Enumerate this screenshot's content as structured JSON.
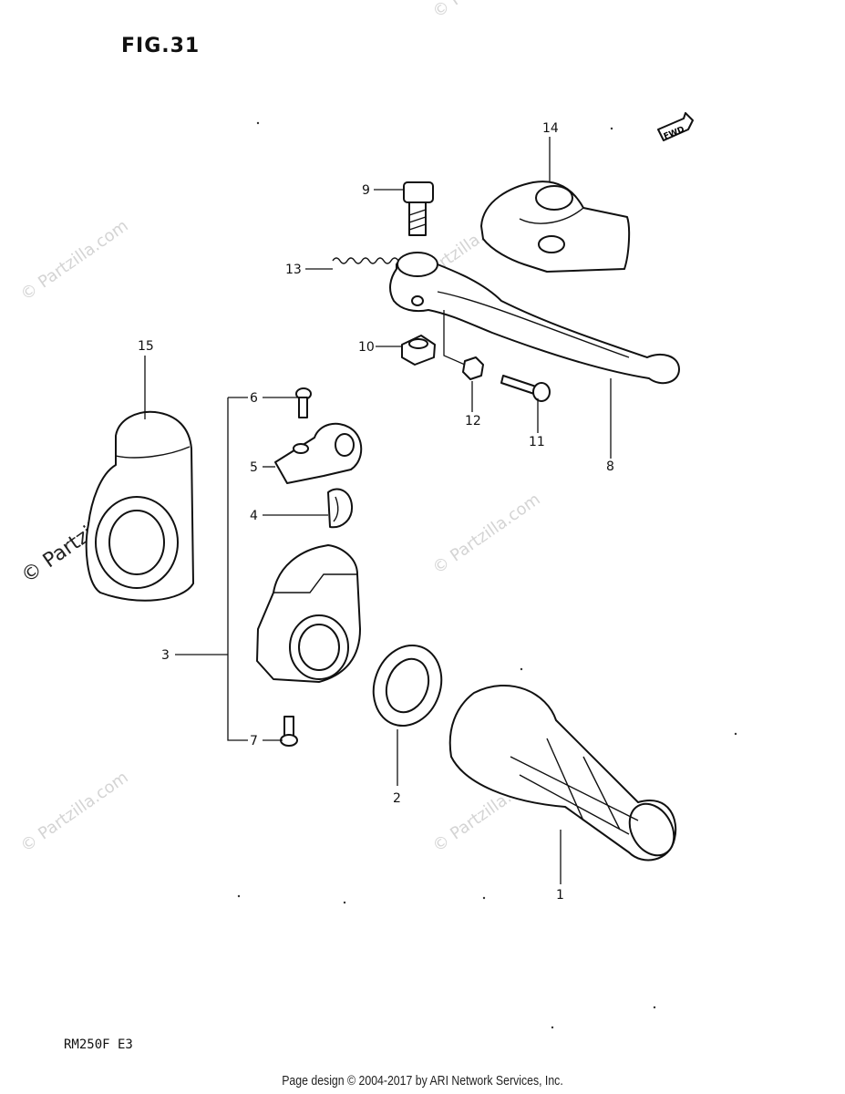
{
  "figure": {
    "title": "FIG.31",
    "model": "RM250F  E3",
    "footer": "Page design © 2004-2017 by ARI Network Services, Inc.",
    "direction_badge": "FWD"
  },
  "watermarks": {
    "light": "© Partzilla.com",
    "dark": "© Partzilla.com"
  },
  "callouts": {
    "p1": "1",
    "p2": "2",
    "p3": "3",
    "p4": "4",
    "p5": "5",
    "p6": "6",
    "p7": "7",
    "p8": "8",
    "p9": "9",
    "p10": "10",
    "p11": "11",
    "p12": "12",
    "p13": "13",
    "p14": "14",
    "p15": "15"
  }
}
